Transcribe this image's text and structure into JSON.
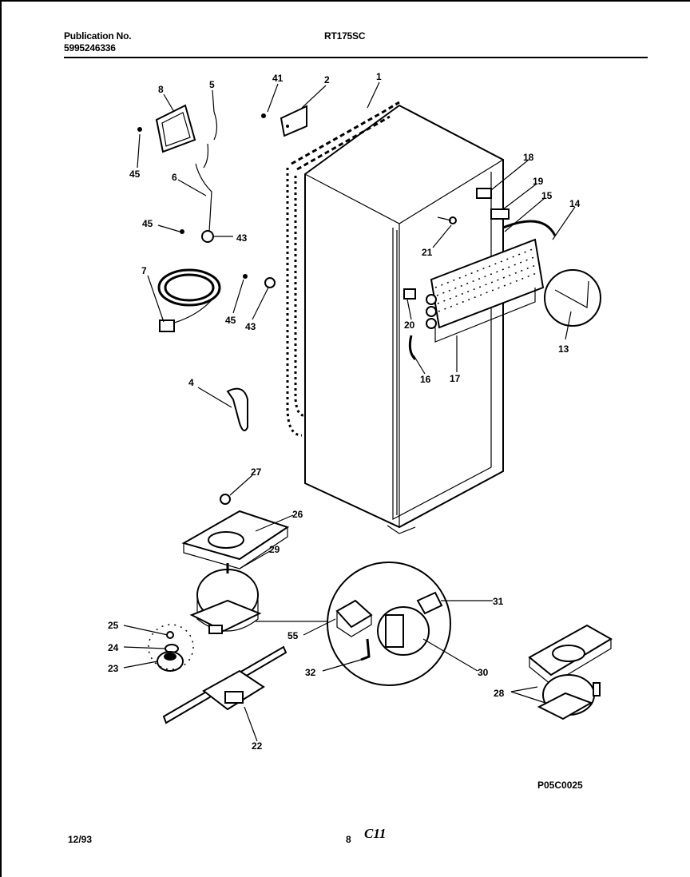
{
  "header": {
    "publication_label": "Publication No.",
    "publication_number": "5995246336",
    "model": "RT175SC"
  },
  "footer": {
    "date": "12/93",
    "page": "8",
    "code": "C11",
    "drawing_id": "P05C0025"
  },
  "part_labels": [
    {
      "id": "1",
      "text": "1"
    },
    {
      "id": "2",
      "text": "2"
    },
    {
      "id": "41",
      "text": "41"
    },
    {
      "id": "5",
      "text": "5"
    },
    {
      "id": "8",
      "text": "8"
    },
    {
      "id": "45a",
      "text": "45"
    },
    {
      "id": "6",
      "text": "6"
    },
    {
      "id": "45b",
      "text": "45"
    },
    {
      "id": "43a",
      "text": "43"
    },
    {
      "id": "7",
      "text": "7"
    },
    {
      "id": "45c",
      "text": "45"
    },
    {
      "id": "43b",
      "text": "43"
    },
    {
      "id": "18",
      "text": "18"
    },
    {
      "id": "19",
      "text": "19"
    },
    {
      "id": "15",
      "text": "15"
    },
    {
      "id": "14",
      "text": "14"
    },
    {
      "id": "21",
      "text": "21"
    },
    {
      "id": "20",
      "text": "20"
    },
    {
      "id": "13",
      "text": "13"
    },
    {
      "id": "16",
      "text": "16"
    },
    {
      "id": "17",
      "text": "17"
    },
    {
      "id": "4",
      "text": "4"
    },
    {
      "id": "27",
      "text": "27"
    },
    {
      "id": "26",
      "text": "26"
    },
    {
      "id": "29",
      "text": "29"
    },
    {
      "id": "31",
      "text": "31"
    },
    {
      "id": "25",
      "text": "25"
    },
    {
      "id": "55",
      "text": "55"
    },
    {
      "id": "24",
      "text": "24"
    },
    {
      "id": "23",
      "text": "23"
    },
    {
      "id": "32",
      "text": "32"
    },
    {
      "id": "30",
      "text": "30"
    },
    {
      "id": "28",
      "text": "28"
    },
    {
      "id": "22",
      "text": "22"
    }
  ]
}
